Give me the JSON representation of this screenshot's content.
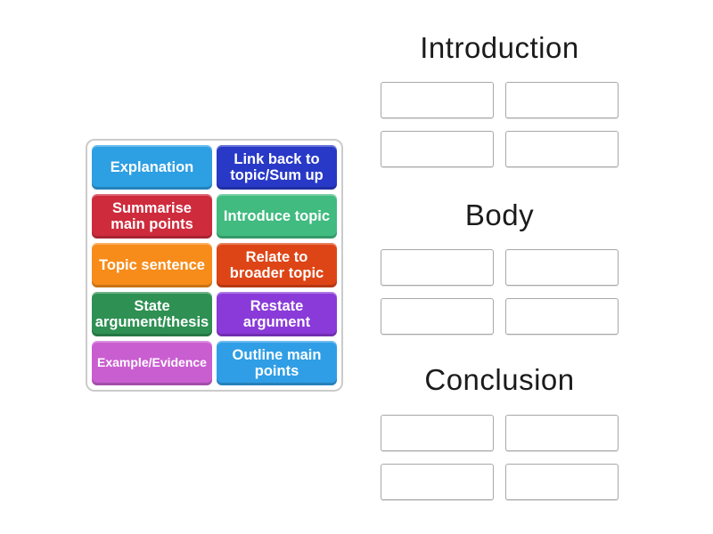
{
  "activity": {
    "type_label": "group-sort",
    "theme": {
      "background_color": "#ffffff",
      "tray_border_color": "#cbcbcb",
      "slot_border_color": "#a8a8a8",
      "header_text_color": "#1b1b1b",
      "tile_text_color": "#ffffff"
    }
  },
  "tiles": [
    {
      "label": "Explanation",
      "color": "#2d9fe3"
    },
    {
      "label": "Link back to topic/Sum up",
      "color": "#2839c7"
    },
    {
      "label": "Summarise main points",
      "color": "#ce2b3c"
    },
    {
      "label": "Introduce topic",
      "color": "#41bb80"
    },
    {
      "label": "Topic sentence",
      "color": "#f78c1b"
    },
    {
      "label": "Relate to broader topic",
      "color": "#de4516"
    },
    {
      "label": "State argument/thesis",
      "color": "#2e9053"
    },
    {
      "label": "Restate argument",
      "color": "#8a3ad8"
    },
    {
      "label": "Example/Evidence",
      "color": "#c95ed1"
    },
    {
      "label": "Outline main points",
      "color": "#2f9ee6"
    }
  ],
  "groups": [
    {
      "label": "Introduction",
      "slot_count": 4
    },
    {
      "label": "Body",
      "slot_count": 4
    },
    {
      "label": "Conclusion",
      "slot_count": 4
    }
  ]
}
